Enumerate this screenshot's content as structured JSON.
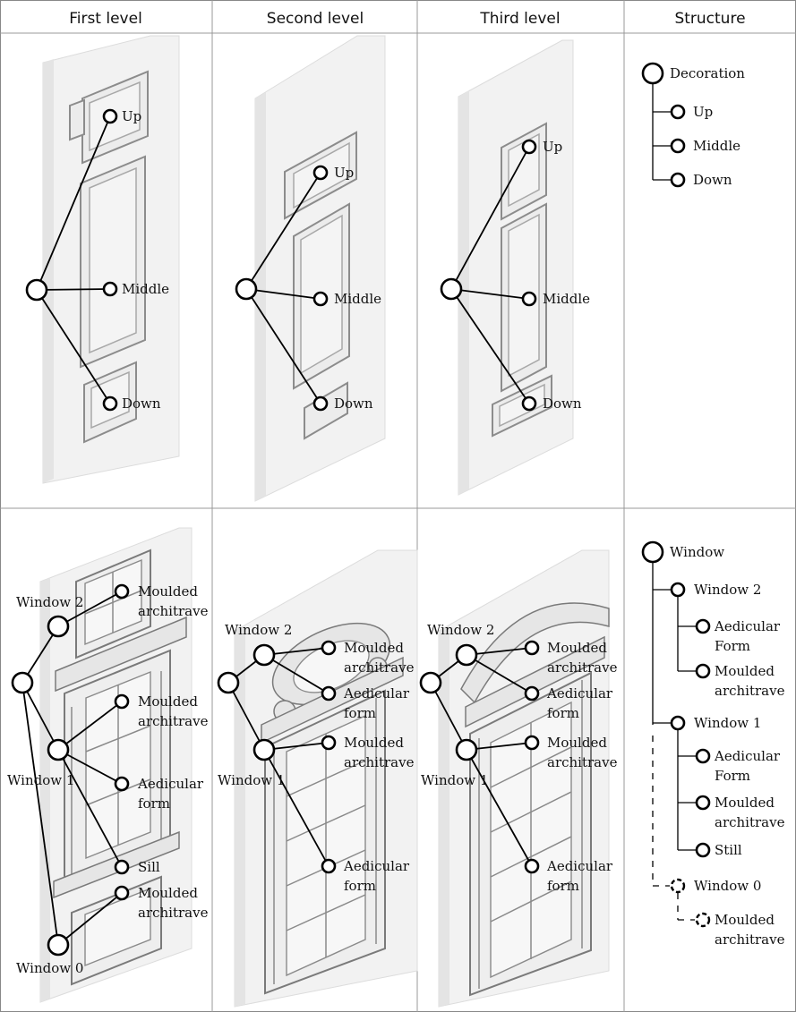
{
  "headers": [
    "First level",
    "Second level",
    "Third level",
    "Structure"
  ],
  "top_row": {
    "labels": {
      "up": "Up",
      "middle": "Middle",
      "down": "Down"
    },
    "tree": {
      "root": "Decoration",
      "children": [
        "Up",
        "Middle",
        "Down"
      ]
    }
  },
  "bottom_row": {
    "first_level": {
      "window_2": "Window 2",
      "window_1": "Window 1",
      "window_0": "Window 0",
      "w2_moulded": [
        "Moulded",
        "architrave"
      ],
      "w1_moulded": [
        "Moulded",
        "architrave"
      ],
      "w1_aedicular": [
        "Aedicular",
        "form"
      ],
      "w1_sill": "Sill",
      "w0_moulded": [
        "Moulded",
        "architrave"
      ]
    },
    "second_level": {
      "window_2": "Window 2",
      "window_1": "Window 1",
      "w2_moulded": [
        "Moulded",
        "architrave"
      ],
      "w2_aedicular": [
        "Aedicular",
        "form"
      ],
      "w1_moulded": [
        "Moulded",
        "architrave"
      ],
      "w1_aedicular": [
        "Aedicular",
        "form"
      ]
    },
    "third_level": {
      "window_2": "Window 2",
      "window_1": "Window 1",
      "w2_moulded": [
        "Moulded",
        "architrave"
      ],
      "w2_aedicular": [
        "Aedicular",
        "form"
      ],
      "w1_moulded": [
        "Moulded",
        "architrave"
      ],
      "w1_aedicular": [
        "Aedicular",
        "form"
      ]
    },
    "tree": {
      "root": "Window",
      "window_2": "Window 2",
      "w2_aedicular": [
        "Aedicular",
        "Form"
      ],
      "w2_moulded": [
        "Moulded",
        "architrave"
      ],
      "window_1": "Window 1",
      "w1_aedicular": [
        "Aedicular",
        "Form"
      ],
      "w1_moulded": [
        "Moulded",
        "architrave"
      ],
      "w1_still": "Still",
      "window_0": "Window 0",
      "w0_moulded": [
        "Moulded",
        "architrave"
      ]
    }
  }
}
